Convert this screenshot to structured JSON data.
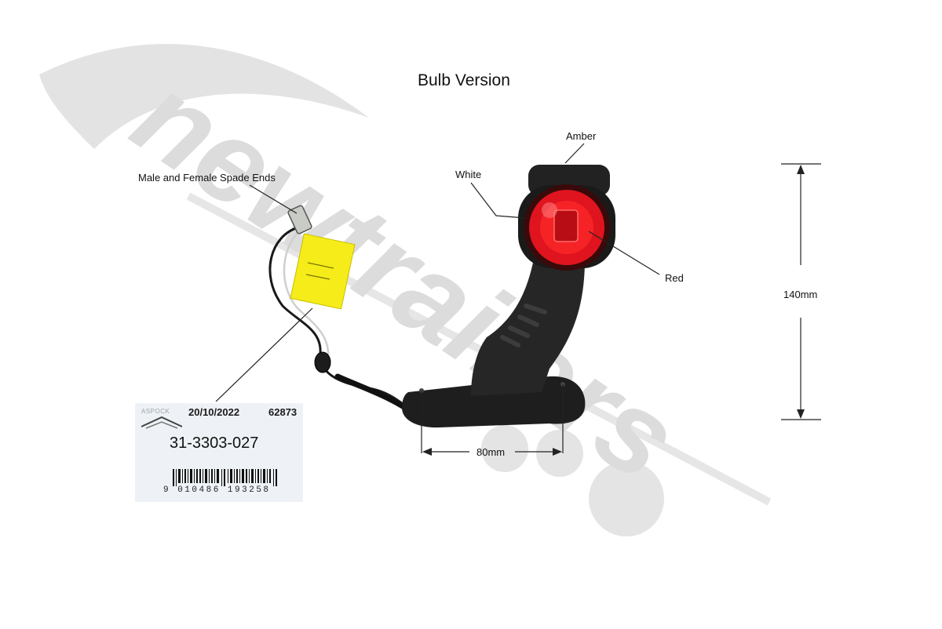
{
  "title": "Bulb Version",
  "callouts": {
    "amber": "Amber",
    "white": "White",
    "red": "Red",
    "spade": "Male and Female Spade Ends"
  },
  "dimensions": {
    "height": "140mm",
    "width": "80mm"
  },
  "label": {
    "brand": "ASPOCK",
    "date": "20/10/2022",
    "code": "62873",
    "part_number": "31-3303-027",
    "barcode_digits": "9 010486 193258"
  },
  "watermark": {
    "text": "newtrailers",
    "color": "#d9d9d9"
  },
  "colors": {
    "lens_red": "#e0141e",
    "body_black": "#1e1e1e",
    "sticker_yellow": "#f5ec1a",
    "label_bg": "#eef2f6"
  }
}
